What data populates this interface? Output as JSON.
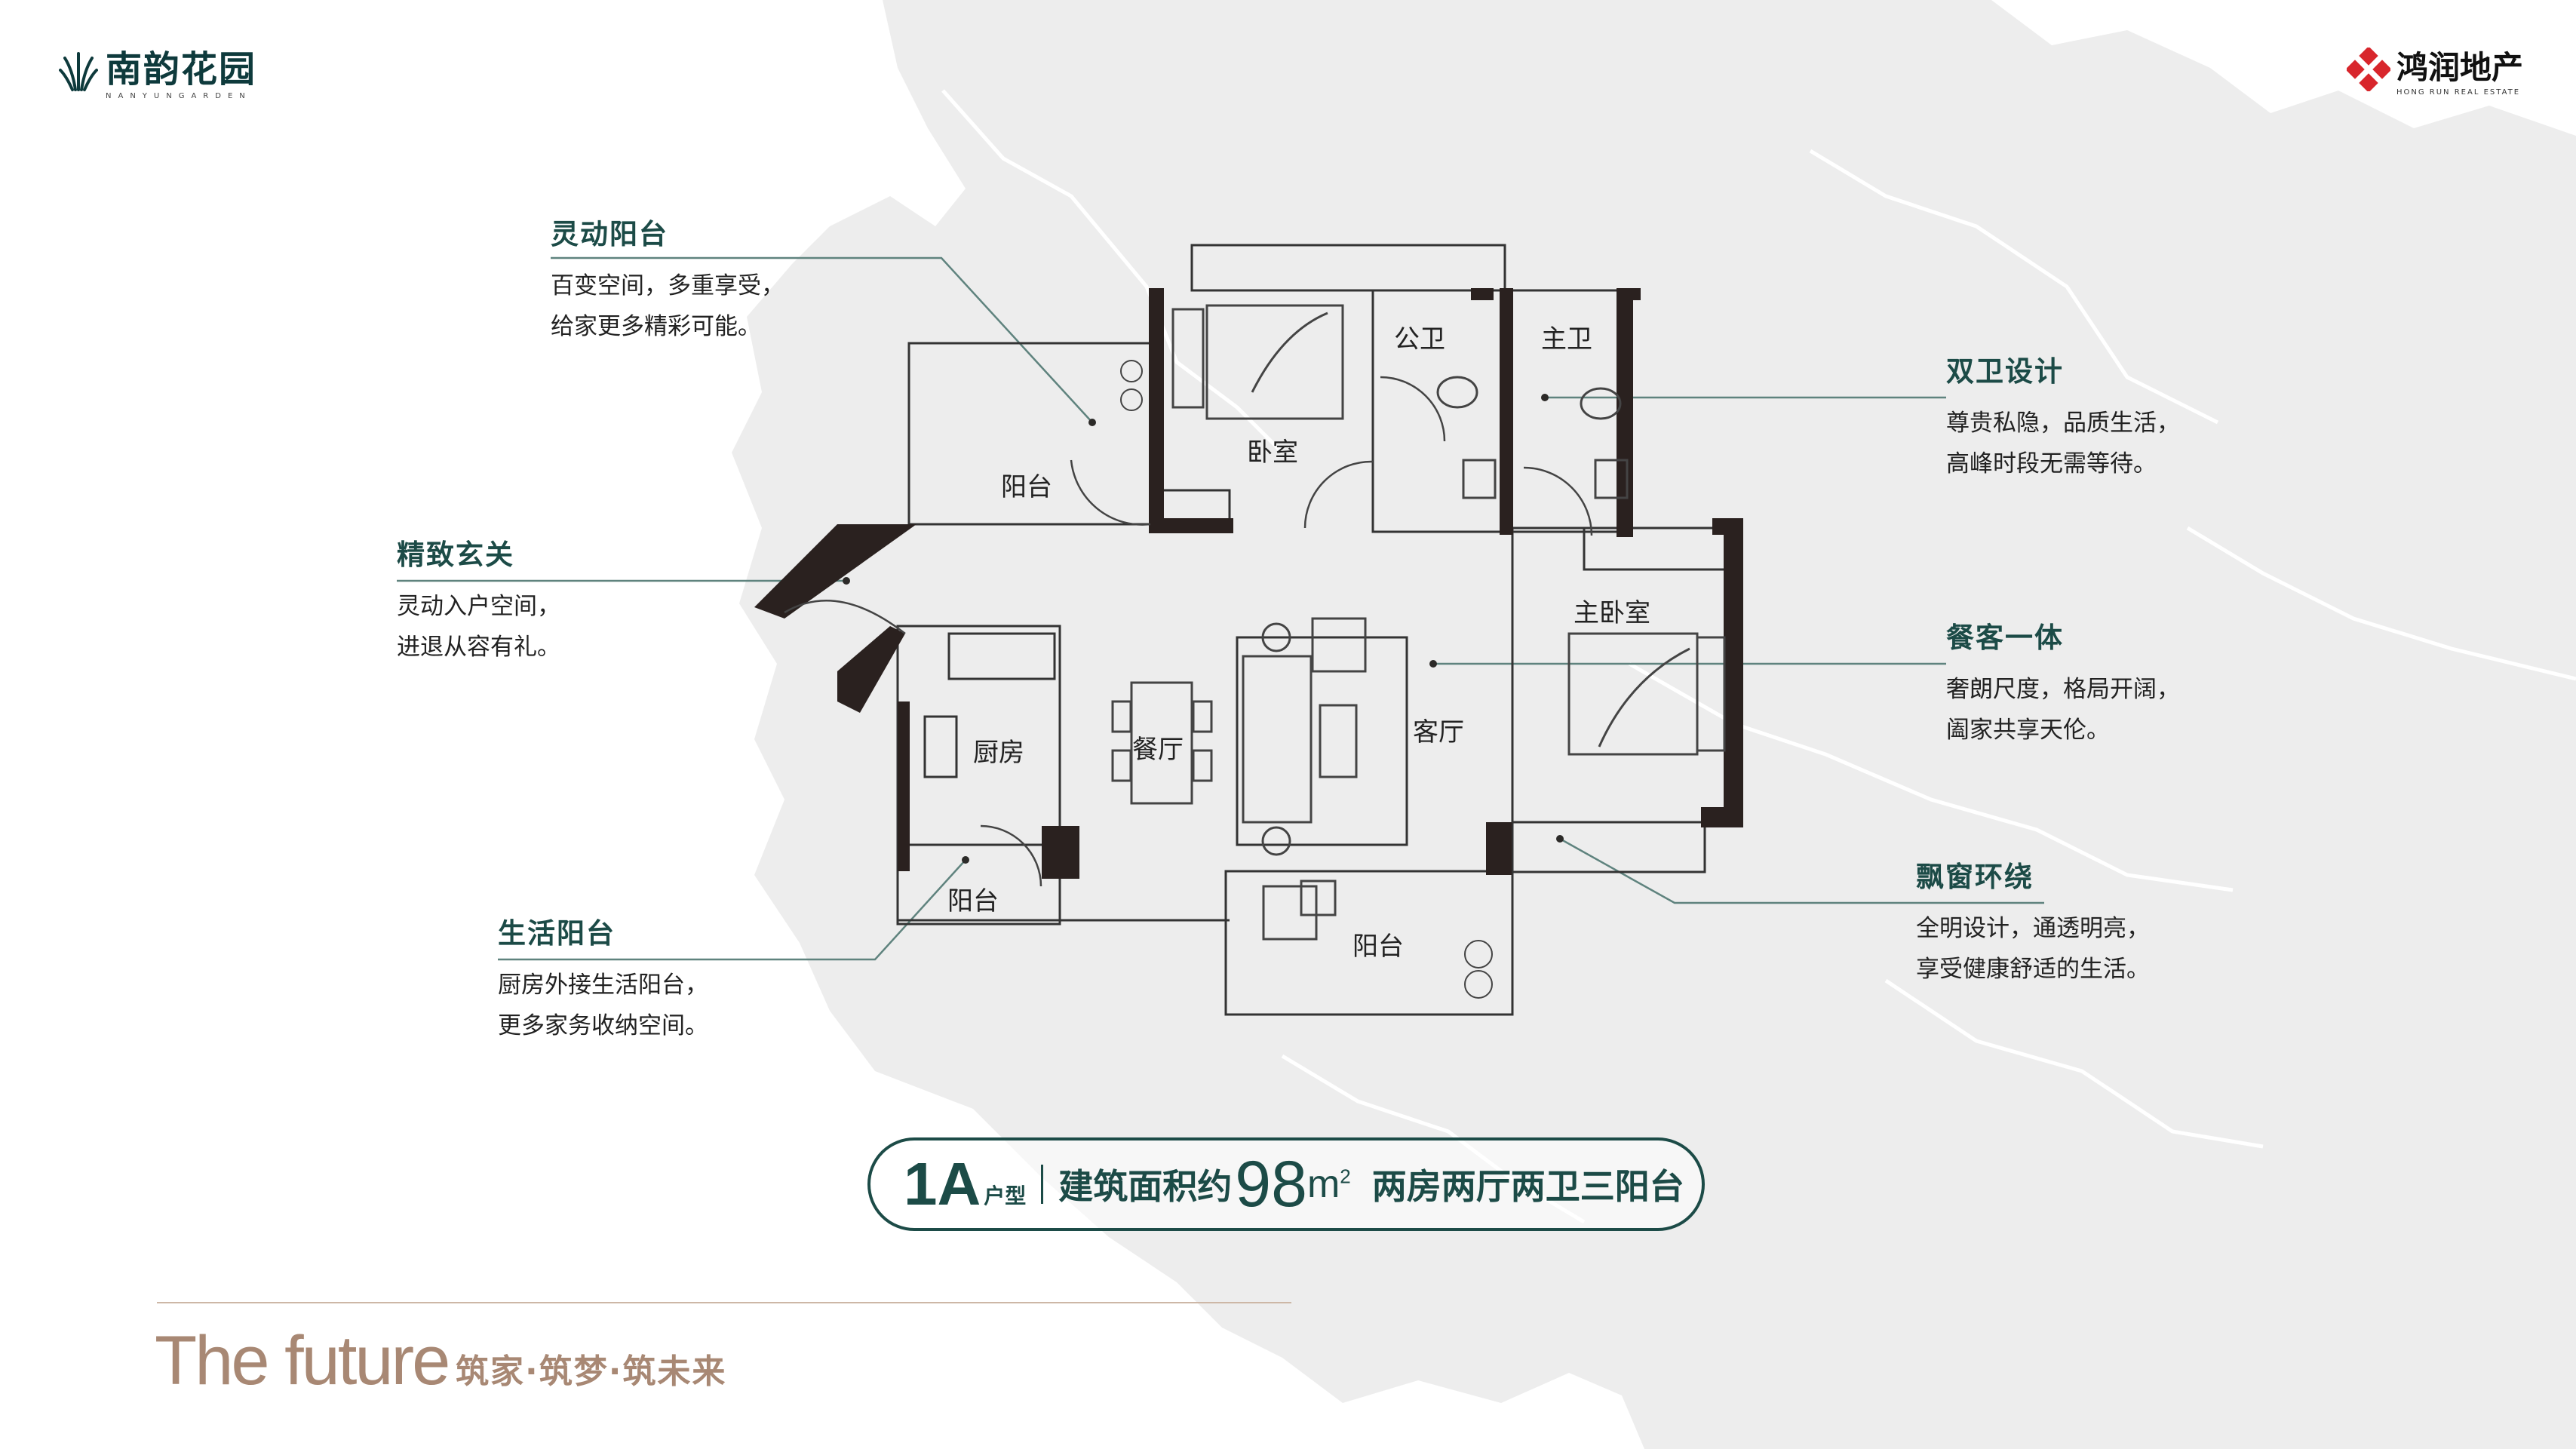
{
  "brand_left": {
    "name": "南韵花园",
    "subtitle": "NANYUNGARDEN"
  },
  "brand_right": {
    "name": "鸿润地产",
    "subtitle": "HONG RUN REAL ESTATE"
  },
  "callouts": {
    "balcony_flex": {
      "title": "灵动阳台",
      "lines": [
        "百变空间，多重享受，",
        "给家更多精彩可能。"
      ]
    },
    "entrance": {
      "title": "精致玄关",
      "lines": [
        "灵动入户空间，",
        "进退从容有礼。"
      ]
    },
    "service_balcony": {
      "title": "生活阳台",
      "lines": [
        "厨房外接生活阳台，",
        "更多家务收纳空间。"
      ]
    },
    "dual_bath": {
      "title": "双卫设计",
      "lines": [
        "尊贵私隐，品质生活，",
        "高峰时段无需等待。"
      ]
    },
    "dining_living": {
      "title": "餐客一体",
      "lines": [
        "奢朗尺度，格局开阔，",
        "阖家共享天伦。"
      ]
    },
    "bay_window": {
      "title": "飘窗环绕",
      "lines": [
        "全明设计，通透明亮，",
        "享受健康舒适的生活。"
      ]
    }
  },
  "rooms": {
    "balcony_top": "阳台",
    "bedroom": "卧室",
    "public_bath": "公卫",
    "master_bath": "主卫",
    "master_bedroom": "主卧室",
    "kitchen": "厨房",
    "dining": "餐厅",
    "living": "客厅",
    "balcony_kitchen": "阳台",
    "balcony_living": "阳台"
  },
  "spec": {
    "code": "1A",
    "code_suffix": "户型",
    "area_label": "建筑面积约",
    "area_value": "98",
    "area_unit": "m",
    "area_unit_sup": "2",
    "layout": "两房两厅两卫三阳台"
  },
  "slogan": {
    "en": "The future",
    "cn": "筑家·筑梦·筑未来"
  },
  "colors": {
    "accent": "#1c4b47",
    "slogan": "#a88874",
    "map": "#ececec",
    "wall": "#2a211f"
  }
}
